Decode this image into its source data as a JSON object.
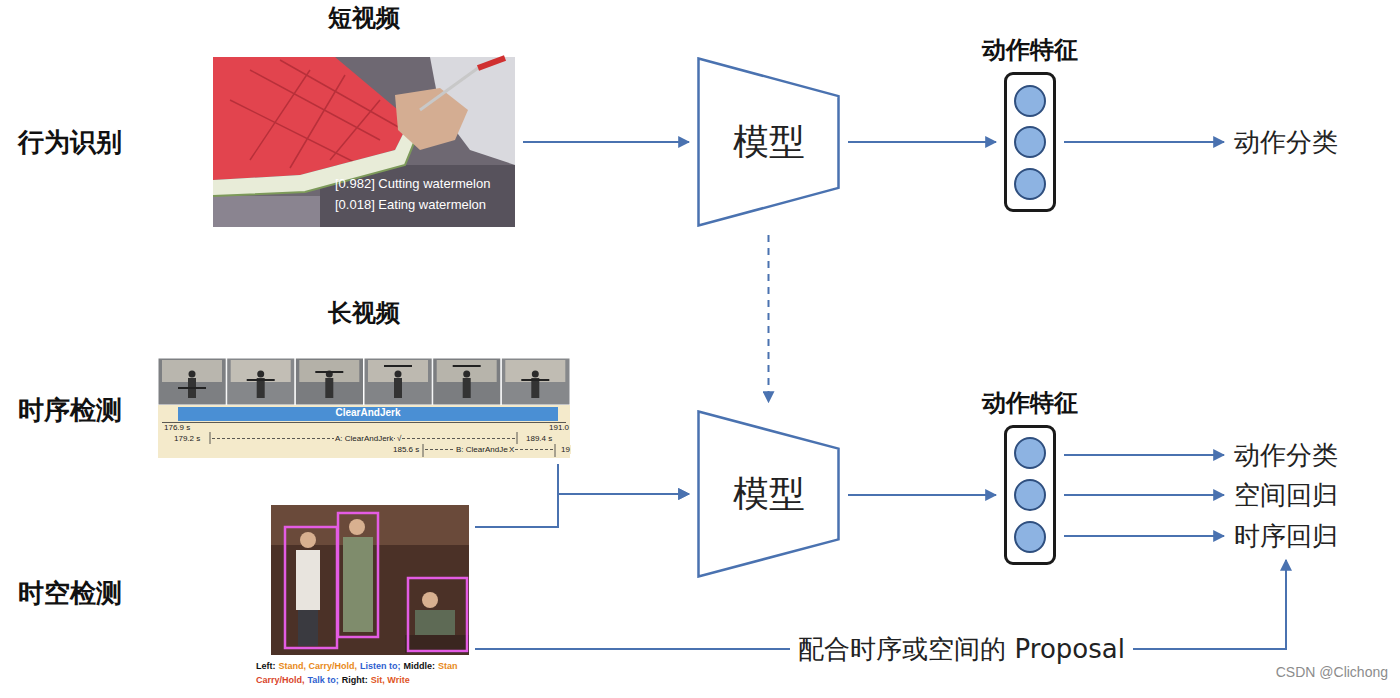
{
  "diagram": {
    "nodes": [
      {
        "text": [
          "短视频",
          "[0.982] Cutting watermelon",
          "[0.018] Eating watermelon"
        ]
      },
      {
        "text": [
          "模型"
        ]
      },
      {
        "text": [
          "动作特征"
        ]
      },
      {
        "text": [
          "动作分类"
        ]
      },
      {
        "text": [
          "长视频",
          "ClearAndJerk",
          "176.9 s",
          "191.0",
          "179.2 s",
          "A: ClearAndJerk",
          "√",
          "189.4 s",
          "185.6 s",
          "B: ClearAndJerk",
          "X",
          "19"
        ]
      },
      {
        "text": [
          "Left:",
          "Stand, Carry/Hold,",
          "Listen to;",
          "Middle:",
          "Stan",
          "Carry/Hold,",
          "Talk to;",
          "Right:",
          "Sit, Write"
        ]
      },
      {
        "text": [
          "模型"
        ]
      },
      {
        "text": [
          "动作特征"
        ]
      },
      {
        "text": [
          "动作分类"
        ]
      },
      {
        "text": [
          "空间回归"
        ]
      },
      {
        "text": [
          "时序回归"
        ]
      }
    ],
    "edges": [
      {
        "from": 0,
        "to": 1,
        "arrow": "to"
      },
      {
        "from": 1,
        "to": 2,
        "arrow": "to"
      },
      {
        "from": 2,
        "to": 3,
        "arrow": "to"
      },
      {
        "from": 1,
        "to": 6,
        "arrow": "to"
      },
      {
        "from": 4,
        "to": 6,
        "arrow": "to"
      },
      {
        "from": 5,
        "to": 6,
        "arrow": "to"
      },
      {
        "from": 6,
        "to": 7,
        "arrow": "to"
      },
      {
        "from": 7,
        "to": 8,
        "arrow": "to"
      },
      {
        "from": 7,
        "to": 9,
        "arrow": "to"
      },
      {
        "from": 7,
        "to": 10,
        "arrow": "to"
      },
      {
        "from": 5,
        "to": 10,
        "label": "配合时序或空间的 Proposal",
        "arrow": "to"
      }
    ],
    "labels": [
      "行为识别",
      "时序检测",
      "时空检测",
      "CSDN @Clichong"
    ]
  }
}
